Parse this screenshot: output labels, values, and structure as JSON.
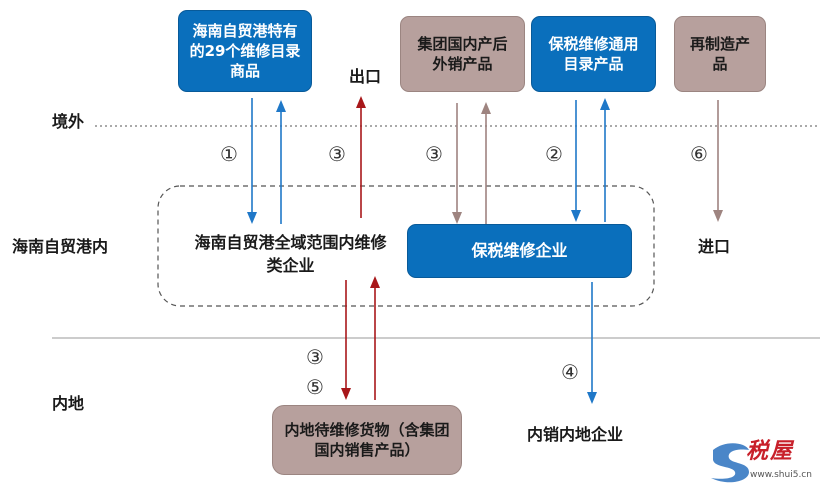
{
  "zones": {
    "overseas": "境外",
    "hainan_ftp": "海南自贸港内",
    "mainland": "内地"
  },
  "boxes": {
    "hainan_catalog": "海南自贸港特有的29个维修目录商品",
    "group_export": "集团国内产后外销产品",
    "bonded_catalog": "保税维修通用目录产品",
    "remanufactured": "再制造产品",
    "bonded_enterprise": "保税维修企业",
    "mainland_goods": "内地待维修货物（含集团国内销售产品）"
  },
  "labels": {
    "export": "出口",
    "ftp_enterprises": "海南自贸港全域范围内维修类企业",
    "import": "进口",
    "domestic_sales": "内销内地企业"
  },
  "markers": {
    "m1": "①",
    "m2": "②",
    "m3": "③",
    "m5": "⑤",
    "m6": "⑥",
    "m4": "④"
  },
  "watermark": {
    "brand": "税屋",
    "url": "www.shui5.cn"
  },
  "colors": {
    "blue": "#0a6fbc",
    "brown": "#b7a09d",
    "red_arrow": "#a8171a",
    "brown_arrow": "#9e8480",
    "blue_arrow": "#1f78c8"
  }
}
